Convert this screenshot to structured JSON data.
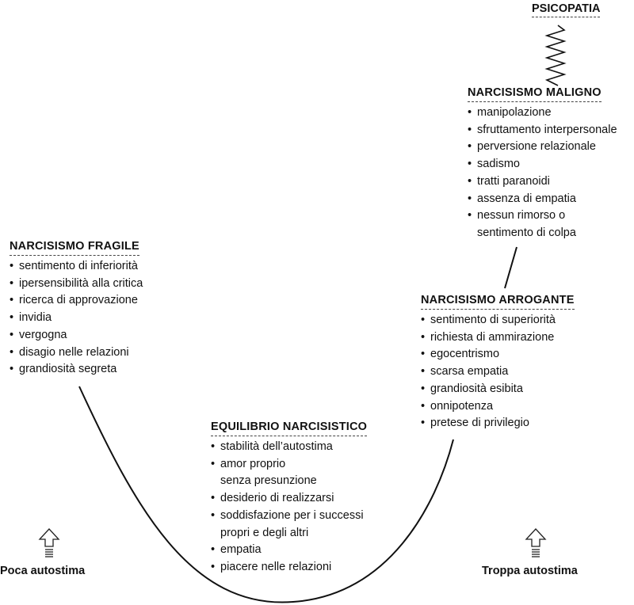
{
  "psychopathy": {
    "label": "PSICOPATIA"
  },
  "malignant": {
    "title": "NARCISISMO MALIGNO",
    "items": [
      "manipolazione",
      "sfruttamento interpersonale",
      "perversione relazionale",
      "sadismo",
      "tratti paranoidi",
      "assenza di empatia",
      "nessun rimorso o\nsentimento di colpa"
    ]
  },
  "fragile": {
    "title": "NARCISISMO FRAGILE",
    "items": [
      "sentimento di inferiorità",
      "ipersensibilità alla critica",
      "ricerca di approvazione",
      "invidia",
      "vergogna",
      "disagio nelle relazioni",
      "grandiosità segreta"
    ]
  },
  "arrogant": {
    "title": "NARCISISMO ARROGANTE",
    "items": [
      "sentimento di superiorità",
      "richiesta di ammirazione",
      "egocentrismo",
      "scarsa empatia",
      "grandiosità esibita",
      "onnipotenza",
      "pretese di privilegio"
    ]
  },
  "balance": {
    "title": "EQUILIBRIO NARCISISTICO",
    "items": [
      "stabilità dell’autostima",
      "amor proprio\nsenza presunzione",
      "desiderio di realizzarsi",
      "soddisfazione per i successi\npropri e degli altri",
      "empatia",
      "piacere nelle relazioni"
    ]
  },
  "low_self_esteem": {
    "label": "Poca autostima"
  },
  "high_self_esteem": {
    "label": "Troppa autostima"
  }
}
